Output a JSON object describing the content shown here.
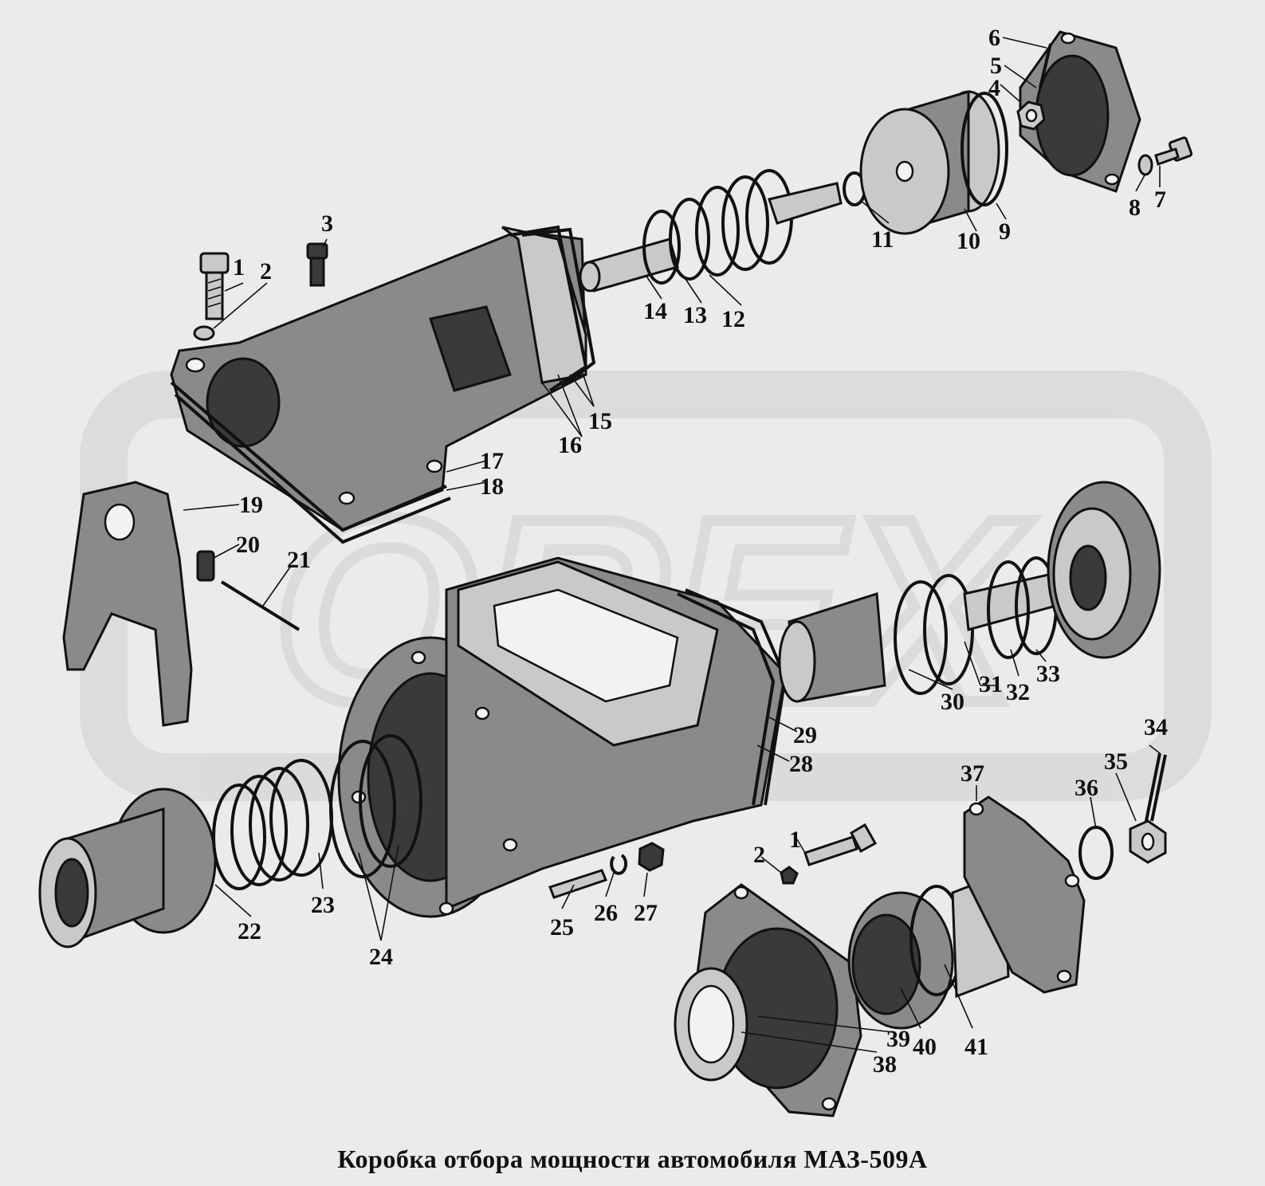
{
  "caption": "Коробка отбора мощности автомобиля  МАЗ-509А",
  "watermark": "OREX",
  "colors": {
    "ink": "#111111",
    "background": "#ebebeb",
    "watermark": "#cfcfcf"
  },
  "callouts": [
    "1",
    "2",
    "3",
    "4",
    "5",
    "6",
    "7",
    "8",
    "9",
    "10",
    "11",
    "12",
    "13",
    "14",
    "15",
    "16",
    "17",
    "18",
    "19",
    "20",
    "21",
    "22",
    "23",
    "24",
    "25",
    "26",
    "27",
    "28",
    "29",
    "30",
    "31",
    "32",
    "33",
    "34",
    "35",
    "36",
    "37",
    "38",
    "39",
    "40",
    "41",
    "1",
    "2"
  ]
}
